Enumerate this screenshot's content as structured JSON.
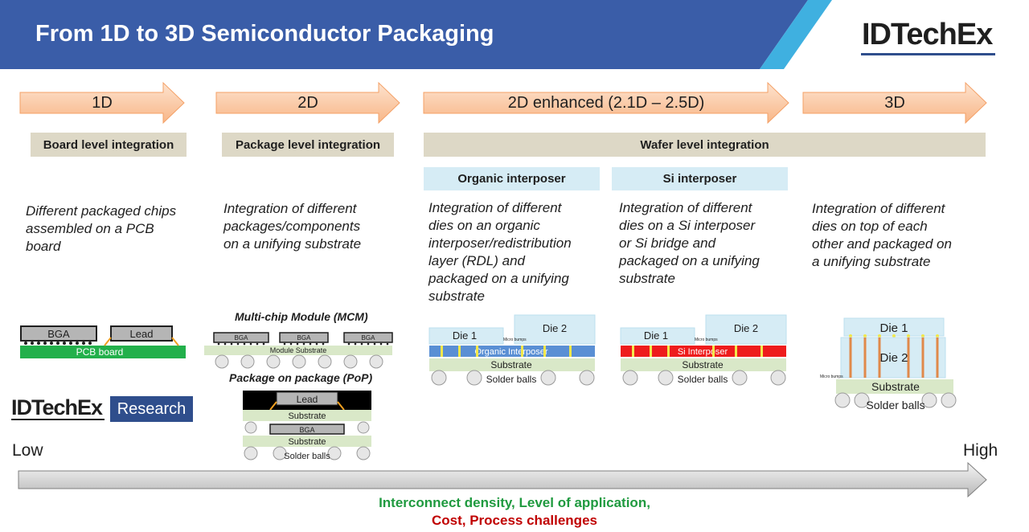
{
  "title": "From 1D to 3D Semiconductor Packaging",
  "brand": "IDTechEx",
  "brand_research": "Research",
  "stages": [
    {
      "label": "1D"
    },
    {
      "label": "2D"
    },
    {
      "label": "2D enhanced (2.1D – 2.5D)"
    },
    {
      "label": "3D"
    }
  ],
  "integration": {
    "board": "Board level integration",
    "package": "Package level integration",
    "wafer": "Wafer level integration",
    "organic": "Organic interposer",
    "si": "Si interposer"
  },
  "descriptions": {
    "d1": [
      "Different packaged chips",
      "assembled on a PCB",
      "board"
    ],
    "d2": [
      "Integration of different",
      "packages/components",
      "on a unifying substrate"
    ],
    "d3": [
      "Integration of different",
      "dies on an organic",
      "interposer/redistribution",
      "layer (RDL) and",
      "packaged on a  unifying",
      "substrate"
    ],
    "d4": [
      "Integration of different",
      "dies on a Si interposer",
      "or Si bridge and",
      "packaged on a  unifying",
      "substrate"
    ],
    "d5": [
      "Integration of different",
      "dies on top of each",
      "other and packaged on",
      "a unifying substrate"
    ]
  },
  "captions": {
    "mcm": "Multi-chip  Module (MCM)",
    "pop": "Package on package (PoP)"
  },
  "diagram_labels": {
    "bga": "BGA",
    "lead": "Lead",
    "pcb": "PCB board",
    "module_substrate": "Module Substrate",
    "substrate": "Substrate",
    "solder_balls": "Solder balls",
    "die1": "Die 1",
    "die2": "Die 2",
    "organic_interposer": "Organic Interposer",
    "si_interposer": "Si Interposer",
    "micro_bumps": "Micro bumps"
  },
  "scale": {
    "low": "Low",
    "high": "High",
    "axis_line1": "Interconnect density, Level of application,",
    "axis_line2": "Cost, Process challenges"
  },
  "colors": {
    "header_blue": "#3a5da8",
    "accent_cyan": "#3fb0e0",
    "arrow_fill": "#fbcaa5",
    "band": "#ddd8c6",
    "sub_band": "#d6ecf5",
    "green": "#1f9a3f",
    "red": "#c00000"
  }
}
